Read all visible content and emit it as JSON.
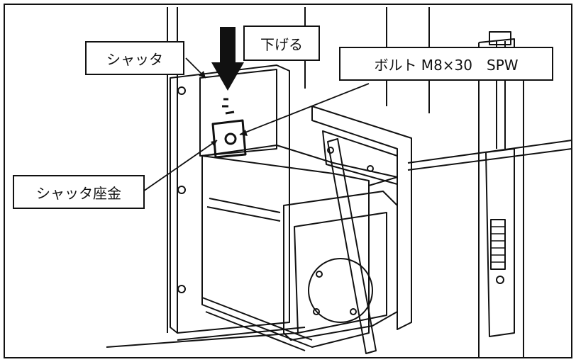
{
  "labels": {
    "shutter": "シャッタ",
    "lower": "下げる",
    "bolt": "ボルト M8×30　SPW",
    "shutter_washer": "シャッタ座金"
  },
  "colors": {
    "line": "#111111",
    "arrow": "#111111",
    "background": "#ffffff"
  }
}
